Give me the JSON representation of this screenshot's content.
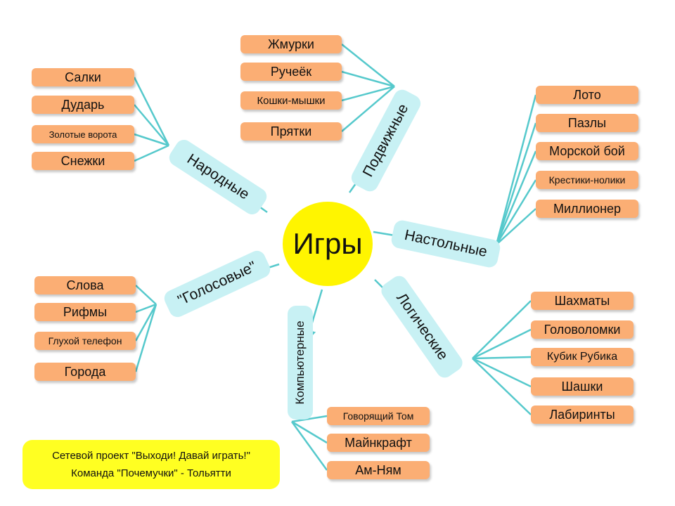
{
  "colors": {
    "item_fill": "#FBAE74",
    "category_fill": "#C8F1F4",
    "hub_fill": "#FFF500",
    "link_color": "#56C9CC",
    "footer_fill": "#FFFF22"
  },
  "center": {
    "label": "Игры"
  },
  "categories": {
    "narodnye": {
      "label": "Народные",
      "items": [
        "Салки",
        "Дударь",
        "Золотые ворота",
        "Снежки"
      ]
    },
    "podvizhnye": {
      "label": "Подвижные",
      "items": [
        "Жмурки",
        "Ручеёк",
        "Кошки-мышки",
        "Прятки"
      ]
    },
    "nastolnye": {
      "label": "Настольные",
      "items": [
        "Лото",
        "Пазлы",
        "Морской бой",
        "Крестики-нолики",
        "Миллионер"
      ]
    },
    "golosovye": {
      "label": "\"Голосовые\"",
      "items": [
        "Слова",
        "Рифмы",
        "Глухой телефон",
        "Города"
      ]
    },
    "kompyuternye": {
      "label": "Компьютерные",
      "items": [
        "Говорящий Том",
        "Майнкрафт",
        "Ам-Ням"
      ]
    },
    "logicheskie": {
      "label": "Логические",
      "items": [
        "Шахматы",
        "Головоломки",
        "Кубик Рубика",
        "Шашки",
        "Лабиринты"
      ]
    }
  },
  "footer": {
    "line1": "Сетевой проект \"Выходи! Давай играть!\"",
    "line2": "Команда \"Почемучки\" - Тольятти"
  }
}
